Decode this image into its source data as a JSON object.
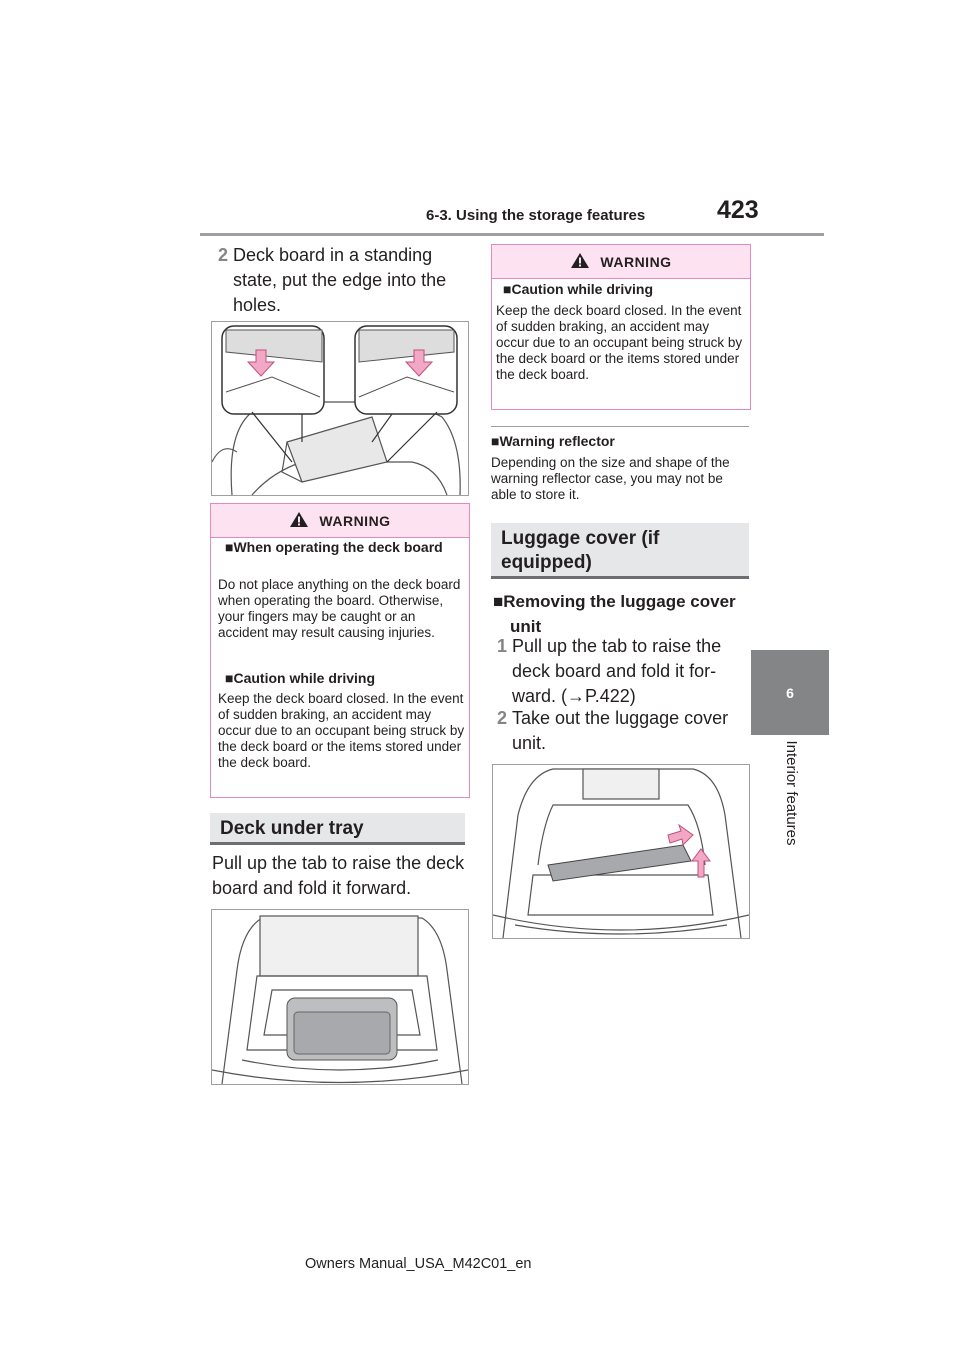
{
  "header": {
    "section": "6-3. Using the storage features",
    "page_number": "423"
  },
  "side": {
    "chapter_number": "6",
    "chapter_title": "Interior features"
  },
  "left": {
    "step2": {
      "number": "2",
      "text": "Deck board in a standing state, put the edge into the holes."
    },
    "warning": {
      "label": "WARNING",
      "items": [
        {
          "title": "When operating the deck board",
          "body": "Do not place anything on the deck board when operating the board. Otherwise, your fingers may be caught or an accident may result causing injuries."
        },
        {
          "title": "Caution while driving",
          "body": "Keep the deck board closed. In the event of sudden braking, an accident may occur due to an occupant being struck by the deck board or the items stored under the deck board."
        }
      ]
    },
    "section_title": "Deck under tray",
    "paragraph": "Pull up the tab to raise the deck board and fold it forward."
  },
  "right": {
    "warning": {
      "label": "WARNING",
      "title": "Caution while driving",
      "body": "Keep the deck board closed. In the event of sudden braking, an accident may occur due to an occupant being struck by the deck board or the items stored under the deck board."
    },
    "reflector": {
      "title": "Warning reflector",
      "body": "Depending on the size and shape of the warning reflector case, you may not be able to store it."
    },
    "section_title": "Luggage cover (if equipped)",
    "removing": {
      "title": "Removing the luggage cover unit"
    },
    "step1": {
      "number": "1",
      "text": "Pull up the tab to raise the deck board and fold it for-ward. (→P.422)"
    },
    "step2": {
      "number": "2",
      "text": "Take out the luggage cover unit."
    }
  },
  "footer": "Owners Manual_USA_M42C01_en",
  "colors": {
    "warning_border": "#e38bc0",
    "warning_fill": "#fde3f1",
    "arrow_fill": "#f2a7c6",
    "section_bar": "#e6e7e8",
    "tab_gray": "#838587"
  }
}
